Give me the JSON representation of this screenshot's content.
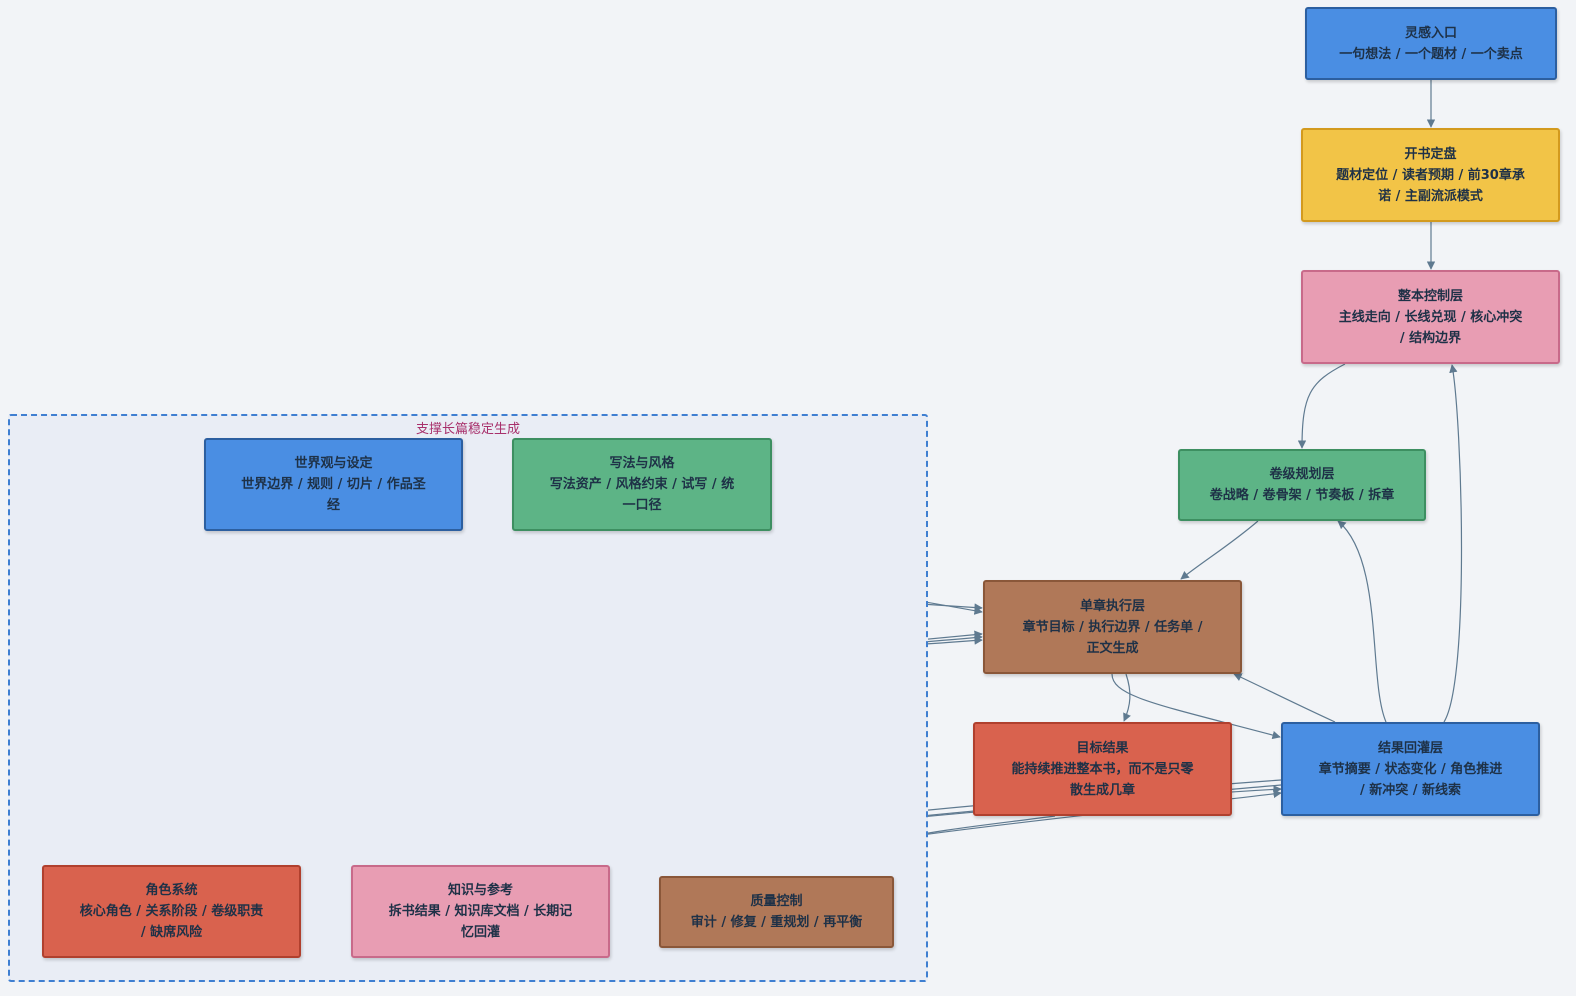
{
  "cluster": {
    "label": "支撑长篇稳定生成"
  },
  "nodes": {
    "inspiration": {
      "title": "灵感入口",
      "lines": [
        "一句想法 / 一个题材 / 一个卖点"
      ]
    },
    "opening": {
      "title": "开书定盘",
      "lines": [
        "题材定位 / 读者预期 / 前30章承",
        "诺 / 主副流派模式"
      ]
    },
    "book_control": {
      "title": "整本控制层",
      "lines": [
        "主线走向 / 长线兑现 / 核心冲突",
        "/ 结构边界"
      ]
    },
    "volume": {
      "title": "卷级规划层",
      "lines": [
        "卷战略 / 卷骨架 / 节奏板 / 拆章"
      ]
    },
    "world": {
      "title": "世界观与设定",
      "lines": [
        "世界边界 / 规则 / 切片 / 作品圣",
        "经"
      ]
    },
    "style": {
      "title": "写法与风格",
      "lines": [
        "写法资产 / 风格约束 / 试写 / 统",
        "一口径"
      ]
    },
    "chapter": {
      "title": "单章执行层",
      "lines": [
        "章节目标 / 执行边界 / 任务单 /",
        "正文生成"
      ]
    },
    "goal": {
      "title": "目标结果",
      "lines": [
        "能持续推进整本书，而不是只零",
        "散生成几章"
      ]
    },
    "feedback": {
      "title": "结果回灌层",
      "lines": [
        "章节摘要 / 状态变化 / 角色推进",
        "/ 新冲突 / 新线索"
      ]
    },
    "character": {
      "title": "角色系统",
      "lines": [
        "核心角色 / 关系阶段 / 卷级职责",
        "/ 缺席风险"
      ]
    },
    "knowledge": {
      "title": "知识与参考",
      "lines": [
        "拆书结果 / 知识库文档 / 长期记",
        "忆回灌"
      ]
    },
    "quality": {
      "title": "质量控制",
      "lines": [
        "审计 / 修复 / 重规划 / 再平衡"
      ]
    }
  },
  "colors": {
    "edge": "#5f7a90",
    "blue": "#4a8ee3",
    "yellow": "#f2c447",
    "pink": "#e89db3",
    "green": "#5db486",
    "brown": "#b07858",
    "red": "#d9624e"
  }
}
